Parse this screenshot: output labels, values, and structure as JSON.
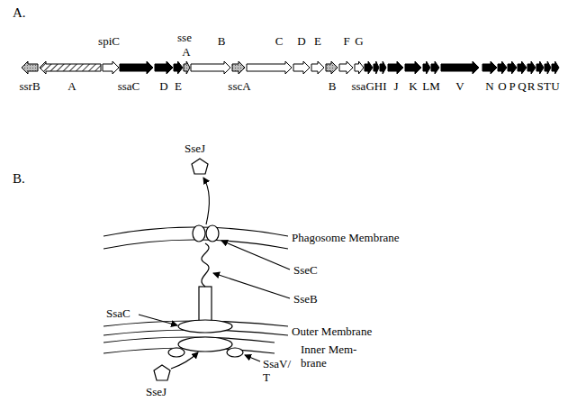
{
  "diagram": {
    "labels": [
      "A.",
      "spiC",
      "sse",
      "A",
      "B",
      "C",
      "D",
      "E",
      "F",
      "G",
      "ssrB",
      "A",
      "ssaC",
      "D",
      "E",
      "sscA",
      "B",
      "ssaGHI",
      "J",
      "K",
      "LM",
      "V",
      "N",
      "O",
      "P",
      "Q",
      "R",
      "S",
      "T",
      "U",
      "B.",
      "SseJ",
      "Phagosome Membrane",
      "SseC",
      "SseB",
      "SsaC",
      "Outer Membrane",
      "Inner Mem- brane",
      "SsaV/ T",
      "SseJ"
    ]
  }
}
